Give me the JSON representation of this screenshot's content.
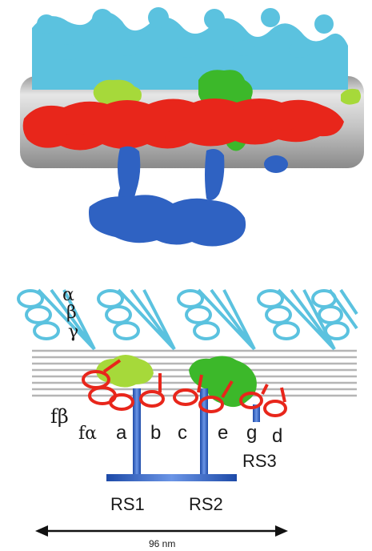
{
  "colors": {
    "dynein_outer": "#5bc2df",
    "dynein_inner": "#e8261b",
    "green_light": "#a6d93a",
    "green_dark": "#3cb82a",
    "radial_spoke": "#2f62c2",
    "doublet": "#bdbdbd"
  },
  "labels": {
    "alpha": "α",
    "beta": "β",
    "gamma": "γ",
    "f_beta": "fβ",
    "f_alpha": "fα",
    "a": "a",
    "b": "b",
    "c": "c",
    "e": "e",
    "g": "g",
    "d": "d",
    "rs1": "RS1",
    "rs2": "RS2",
    "rs3": "RS3"
  },
  "scale": {
    "text": "96 nm"
  }
}
